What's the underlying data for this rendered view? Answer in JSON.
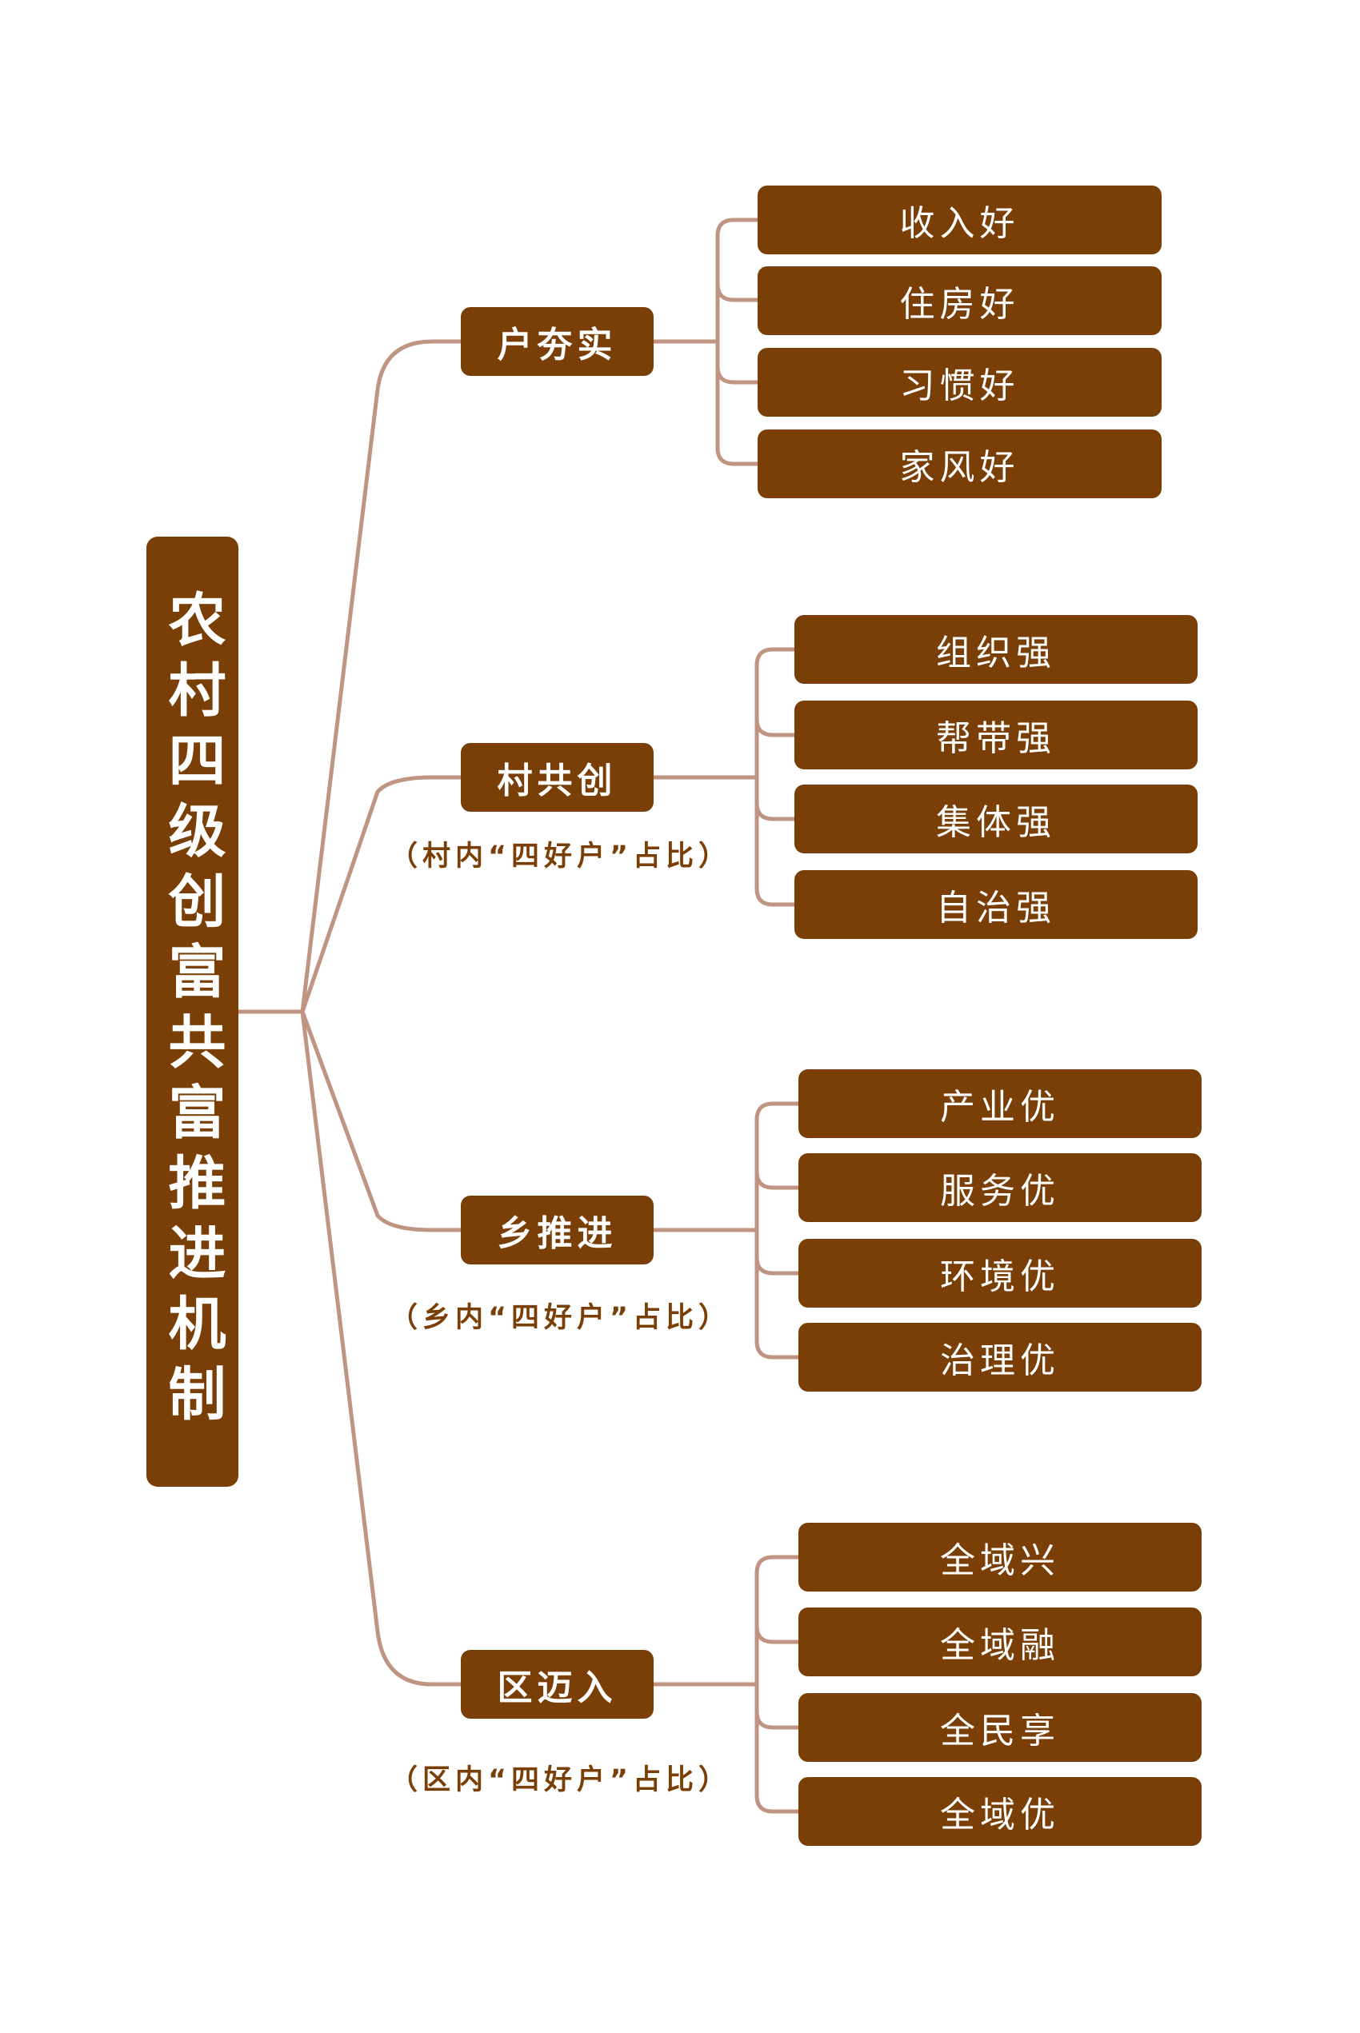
{
  "title": "农村四级创富共富推进机制",
  "colors": {
    "box": "#7a3f06",
    "line": "#c09482",
    "text": "#ffffff"
  },
  "branches": [
    {
      "label": "户夯实",
      "note": null,
      "items": [
        "收入好",
        "住房好",
        "习惯好",
        "家风好"
      ]
    },
    {
      "label": "村共创",
      "note": "（村内“四好户”占比）",
      "items": [
        "组织强",
        "帮带强",
        "集体强",
        "自治强"
      ]
    },
    {
      "label": "乡推进",
      "note": "（乡内“四好户”占比）",
      "items": [
        "产业优",
        "服务优",
        "环境优",
        "治理优"
      ]
    },
    {
      "label": "区迈入",
      "note": "（区内“四好户”占比）",
      "items": [
        "全域兴",
        "全域融",
        "全民享",
        "全域优"
      ]
    }
  ]
}
